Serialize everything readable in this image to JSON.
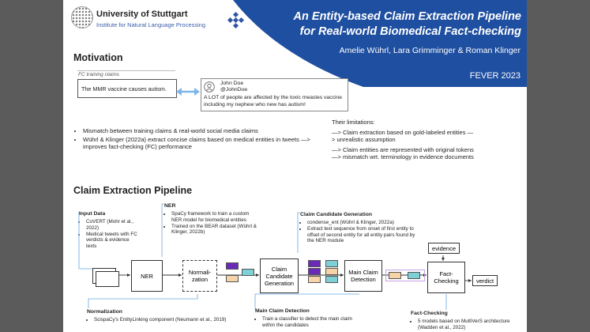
{
  "header": {
    "university": "University of Stuttgart",
    "institute": "Institute for Natural Language Processing",
    "title_line1": "An Entity-based Claim Extraction Pipeline",
    "title_line2": "for Real-world Biomedical Fact-checking",
    "authors": "Amelie Wührl, Lara Grimminger & Roman Klinger",
    "venue": "FEVER 2023"
  },
  "motivation": {
    "heading": "Motivation",
    "fc_label": "FC training claims",
    "fc_claim": "The MMR vaccine causes autism.",
    "tweet_user": "John Doe",
    "tweet_handle": "@JohnDoe",
    "tweet_text": "A LOT of people are affected by the toxic measles vaccine including my nephew who new has autism!",
    "bullet1": "Mismatch between training claims & real-world social media claims",
    "bullet2": "Wührl & Klinger (2022a) extract concise claims based on medical entities in tweets —> improves fact-checking (FC) performance",
    "limits_title": "Their limitations:",
    "limit1": "—> Claim extraction based on gold-labeled entities —> unrealistic assumption",
    "limit2": "—> Claim entities are represented with original tokens —> mismatch wrt. terminology in evidence documents"
  },
  "pipeline": {
    "heading": "Claim Extraction Pipeline",
    "input_title": "Input Data",
    "input_items": [
      "CoVERT (Mohr et al., 2022)",
      "Medical tweets with FC verdicts & evidence texts"
    ],
    "ner_title": "NER",
    "ner_items": [
      "SpaCy framework to train a custom NER model for biomedical entities",
      "Trained on the BEAR dataset (Wührl & Klinger, 2022b)"
    ],
    "ccg_title": "Claim Candidate Generation",
    "ccg_items": [
      "condense_ent (Wührl & Klinger, 2022a)",
      "Extract text sequence from onset of first entity to offset of second entity for all entity pairs found by the NER module"
    ],
    "norm_title": "Normalization",
    "norm_items": [
      "ScispaCy's EntityLinking component (Neumann et al., 2019)"
    ],
    "mcd_title": "Main Claim Detection",
    "mcd_items": [
      "Train a classifier to detect the main claim within the candidates"
    ],
    "fc_title": "Fact-Checking",
    "fc_items": [
      "5 models based on MultiVerS architecture (Wadden et al., 2022)"
    ],
    "nodes": {
      "ner": "NER",
      "norm": "Normali-zation",
      "ccg": "Claim Candidate Generation",
      "mcd": "Main Claim Detection",
      "fact": "Fact-Checking",
      "evidence": "evidence",
      "verdict": "verdict"
    }
  },
  "colors": {
    "banner": "#1f4fa0",
    "arrow": "#7fb6e8",
    "purple": "#6a2ab8",
    "teal": "#7fd0d6",
    "peach": "#f6d3a8"
  }
}
